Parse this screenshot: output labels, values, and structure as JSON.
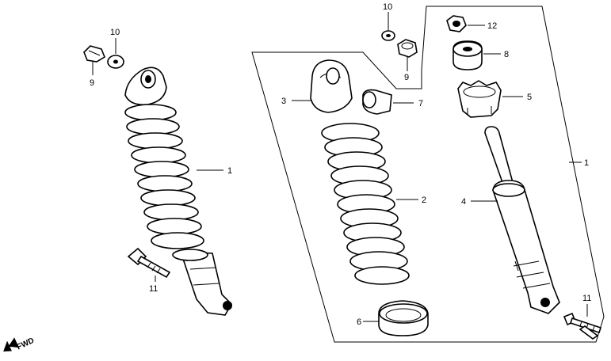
{
  "diagram": {
    "callouts": {
      "left_nut": "9",
      "left_washer": "10",
      "left_shock": "1",
      "left_bolt": "11",
      "top_washer": "10",
      "top_nut": "9",
      "nut_12": "12",
      "bushing_8": "8",
      "spring_seat_5": "5",
      "cover_3": "3",
      "bushing_7": "7",
      "spring_2": "2",
      "damper_4": "4",
      "assembly_1": "1",
      "seat_6": "6",
      "right_bolt": "11"
    },
    "direction_label": "FWD"
  }
}
